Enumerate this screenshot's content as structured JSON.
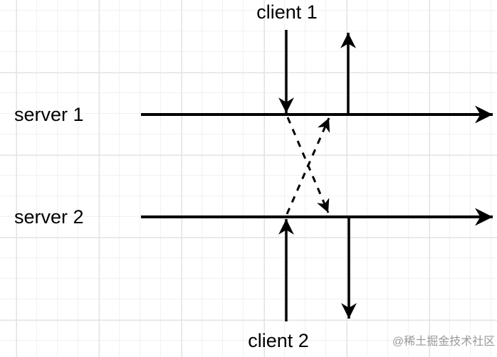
{
  "diagram": {
    "nodes": {
      "client1": {
        "label": "client 1"
      },
      "server1": {
        "label": "server 1"
      },
      "server2": {
        "label": "server 2"
      },
      "client2": {
        "label": "client 2"
      }
    },
    "edges": [
      {
        "from": "client 1",
        "to": "server 1",
        "line": "solid",
        "direction": "down"
      },
      {
        "from": "server 1",
        "to": "client 1",
        "line": "solid",
        "direction": "up"
      },
      {
        "from": "server 1",
        "to": "server 2",
        "line": "dashed",
        "direction": "down-right"
      },
      {
        "from": "client 2",
        "to": "server 2",
        "line": "solid",
        "direction": "up"
      },
      {
        "from": "server 2",
        "to": "client 2",
        "line": "solid",
        "direction": "down"
      },
      {
        "from": "server 2",
        "to": "server 1",
        "line": "dashed",
        "direction": "up-right"
      },
      {
        "from": "server 1",
        "to": "",
        "line": "solid",
        "direction": "right (timeline)"
      },
      {
        "from": "server 2",
        "to": "",
        "line": "solid",
        "direction": "right (timeline)"
      }
    ]
  },
  "watermark": {
    "text": "@稀土掘金技术社区"
  },
  "colors": {
    "line": "#000000",
    "text": "#000000",
    "background": "#ffffff",
    "grid_minor": "#f1f1f1",
    "grid_major": "#e2e2e2",
    "watermark": "#9a9a9a"
  }
}
